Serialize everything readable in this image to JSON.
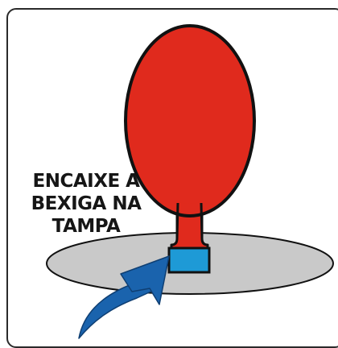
{
  "instruction": {
    "lines": [
      "ENCAIXE A",
      "BEXIGA NA",
      "TAMPA"
    ]
  },
  "colors": {
    "balloon": "#e02a1d",
    "outline": "#111111",
    "lid": "#c9c9c9",
    "cap": "#1e9ad6",
    "arrow": "#1a63ad",
    "frame": "#2a2a2a"
  },
  "icons": {
    "balloon": "balloon-icon",
    "lid": "lid-ellipse",
    "cap": "cap-block",
    "arrow": "curved-arrow-icon"
  }
}
